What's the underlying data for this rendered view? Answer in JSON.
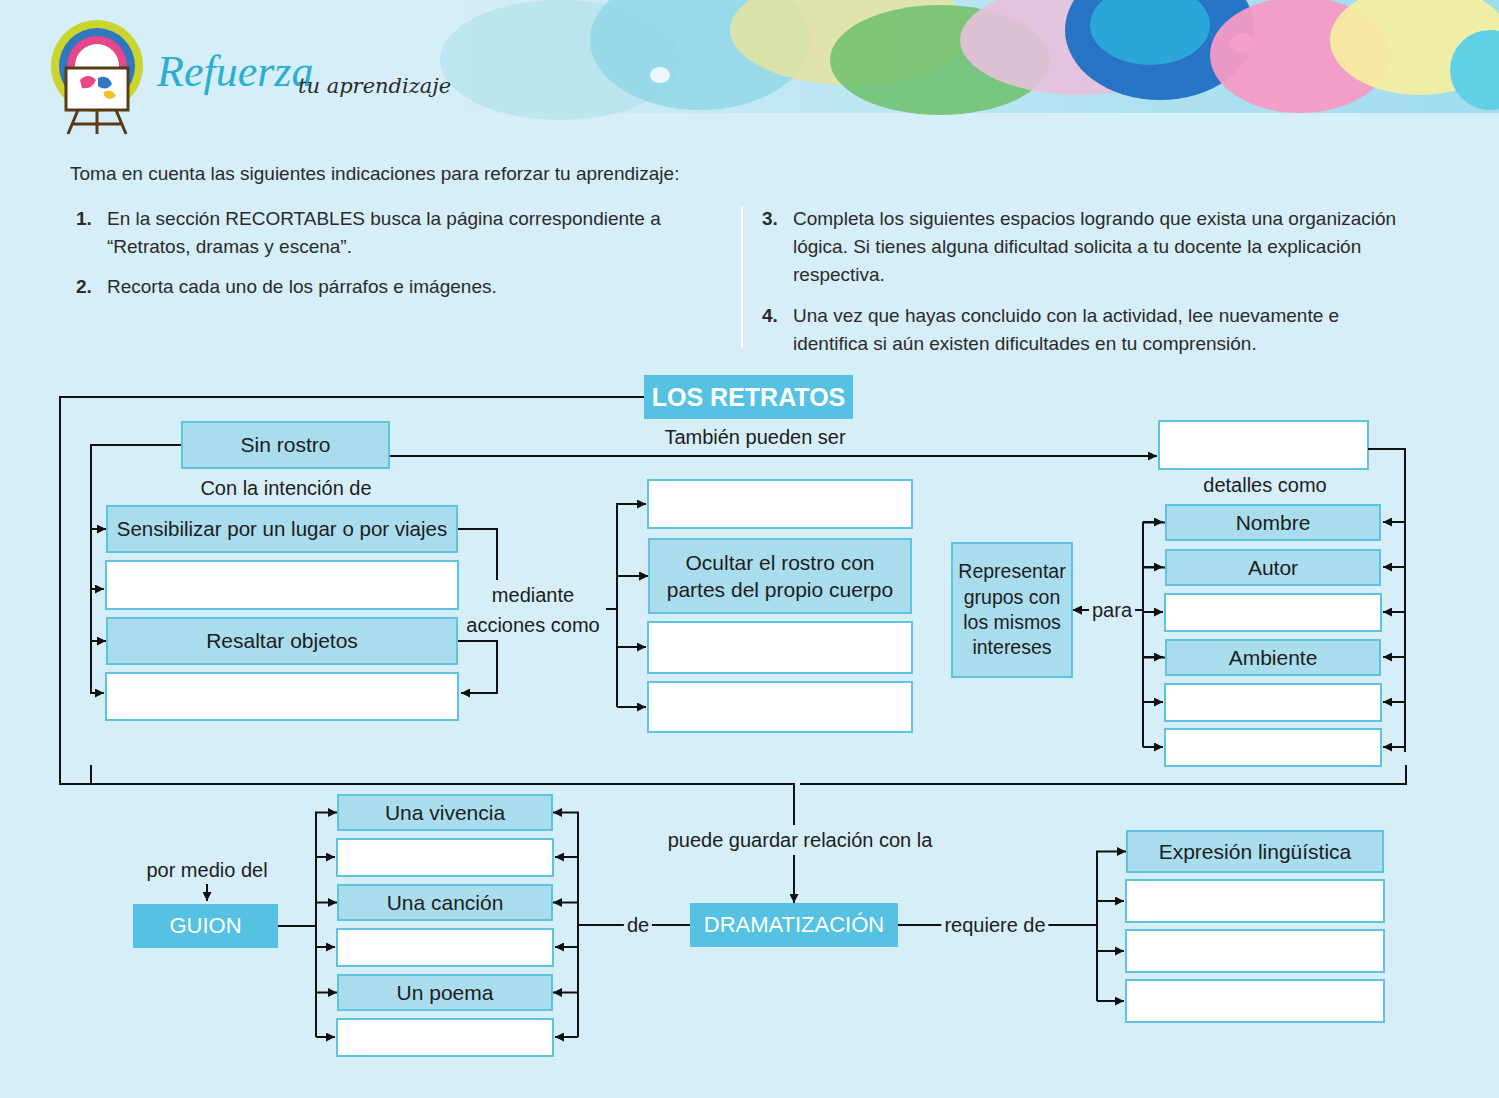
{
  "diagram": {
    "title": "Refuerza",
    "nodes": [
      {
        "text": [
          "LOS RETRATOS"
        ]
      },
      {
        "text": [
          "Sin rostro"
        ]
      },
      {
        "text": [
          "Sensibilizar por un lugar o por viajes"
        ]
      },
      {
        "text": [
          "Resaltar objetos"
        ]
      },
      {
        "text": [
          "Ocultar el rostro con partes del propio cuerpo"
        ]
      },
      {
        "text": [
          "Representar grupos con los mismos intereses"
        ]
      },
      {
        "text": [
          "Nombre"
        ]
      },
      {
        "text": [
          "Autor"
        ]
      },
      {
        "text": [
          "Ambiente"
        ]
      },
      {
        "text": [
          "GUION"
        ]
      },
      {
        "text": [
          "Una vivencia"
        ]
      },
      {
        "text": [
          "Una canción"
        ]
      },
      {
        "text": [
          "Un poema"
        ]
      },
      {
        "text": [
          "DRAMATIZACIÓN"
        ]
      },
      {
        "text": [
          "Expresión lingüística"
        ]
      }
    ],
    "edges": [
      {
        "from": 1,
        "to": 2,
        "arrow": "to",
        "label": "Con la intención de"
      },
      {
        "from": 1,
        "to": 3,
        "arrow": "to"
      },
      {
        "from": 2,
        "to": 4,
        "arrow": "to",
        "label": "mediante acciones como"
      },
      {
        "from": 3,
        "to": 4,
        "arrow": "to"
      },
      {
        "from": 6,
        "to": 5,
        "arrow": "to",
        "label": "para"
      },
      {
        "from": 7,
        "to": 5,
        "arrow": "to"
      },
      {
        "from": 8,
        "to": 5,
        "arrow": "to"
      },
      {
        "from": 0,
        "to": 13,
        "arrow": "to",
        "label": "puede guardar relación con la"
      },
      {
        "from": 9,
        "to": 10,
        "arrow": "to"
      },
      {
        "from": 9,
        "to": 11,
        "arrow": "to"
      },
      {
        "from": 9,
        "to": 12,
        "arrow": "to"
      },
      {
        "from": 13,
        "to": 10,
        "arrow": "to",
        "label": "de"
      },
      {
        "from": 13,
        "to": 11,
        "arrow": "to"
      },
      {
        "from": 13,
        "to": 12,
        "arrow": "to"
      },
      {
        "from": 13,
        "to": 14,
        "arrow": "to",
        "label": "requiere de"
      }
    ],
    "labels": [
      "tu aprendizaje",
      "Toma en cuenta las siguientes indicaciones para reforzar tu aprendizaje:",
      "1.",
      "En la sección RECORTABLES busca la página correspondiente a “Retratos, dramas y escena”.",
      "2.",
      "Recorta cada uno de los párrafos e imágenes.",
      "3.",
      "Completa los siguientes espacios logrando que exista una organización lógica. Si tienes alguna dificultad solicita a tu docente la explicación respectiva.",
      "4.",
      "Una vez que hayas concluido con la actividad, lee nuevamente e identifica si aún existen dificultades en tu comprensión.",
      "También pueden ser",
      "detalles como",
      "por medio del"
    ]
  }
}
